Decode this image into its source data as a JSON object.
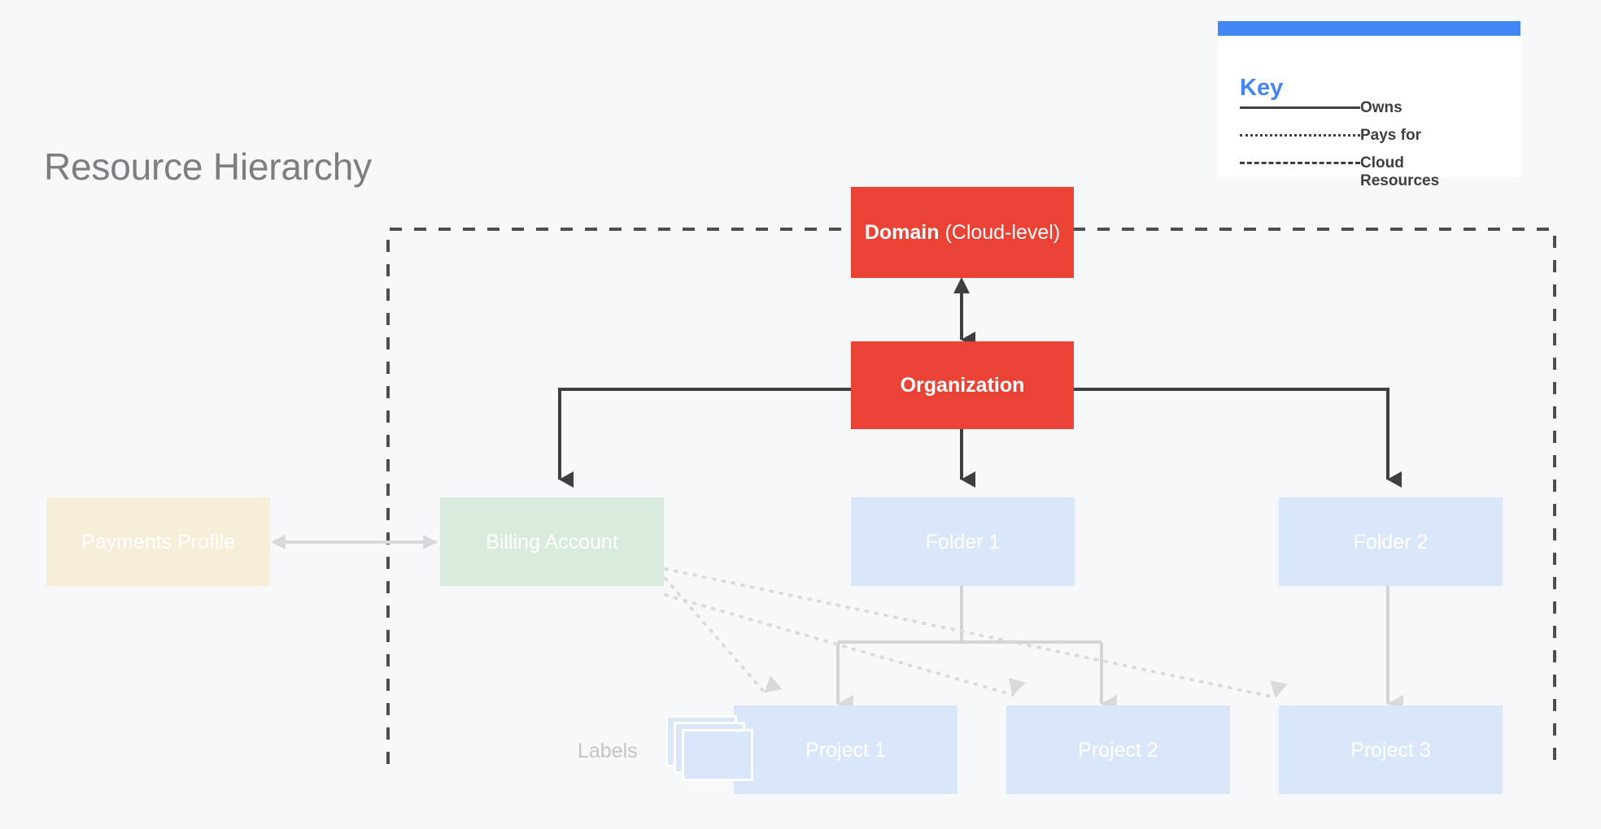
{
  "page": {
    "title": "Resource Hierarchy",
    "background_color": "#F6F8FA"
  },
  "colors": {
    "red": "#EA4335",
    "blue_accent": "#4285F4",
    "node_blue": "#DAE6FA",
    "node_green": "#D9EBDD",
    "node_cream": "#F7EED8",
    "owns_line": "#3C4043",
    "soft_line": "#D2D5D8",
    "title_text": "#7A7F83"
  },
  "key": {
    "title": "Key",
    "items": [
      {
        "style": "solid",
        "label": "Owns"
      },
      {
        "style": "dotted",
        "label": "Pays for"
      },
      {
        "style": "dashed",
        "label": "Cloud\nResources"
      }
    ],
    "cloud_resources_line1": "Cloud",
    "cloud_resources_line2": "Resources"
  },
  "nodes": {
    "domain": {
      "label_bold": "Domain",
      "label_rest": " (Cloud-level)",
      "full_label": "Domain (Cloud-level)"
    },
    "organization": {
      "label": "Organization"
    },
    "payments_profile": {
      "label": "Payments Profile"
    },
    "billing_account": {
      "label": "Billing Account"
    },
    "folder_1": {
      "label": "Folder 1"
    },
    "folder_2": {
      "label": "Folder 2"
    },
    "project_1": {
      "label": "Project 1"
    },
    "project_2": {
      "label": "Project 2"
    },
    "project_3": {
      "label": "Project 3"
    },
    "labels": {
      "label": "Labels"
    }
  }
}
